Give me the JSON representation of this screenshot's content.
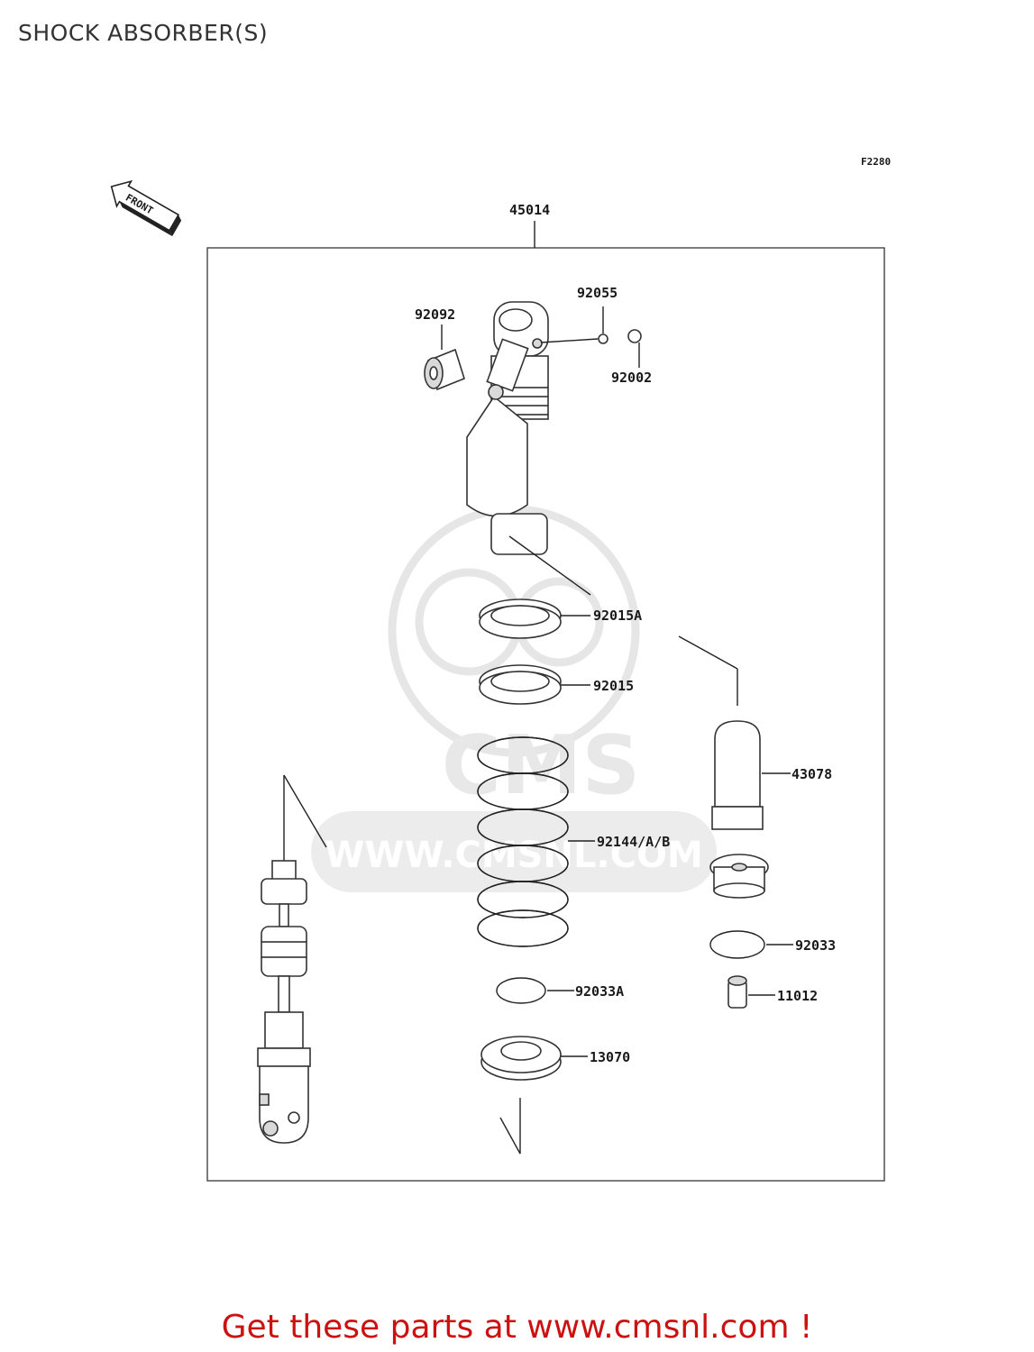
{
  "page": {
    "title": "SHOCK ABSORBER(S)"
  },
  "diagram": {
    "figure_code": "F2280",
    "front_marker": "FRONT",
    "assembly_number": "45014",
    "watermark": {
      "brand": "CMS",
      "url": "WWW.CMSNL.COM"
    },
    "parts": [
      {
        "number": "92092"
      },
      {
        "number": "92055"
      },
      {
        "number": "92002"
      },
      {
        "number": "92015A"
      },
      {
        "number": "92015"
      },
      {
        "number": "43078"
      },
      {
        "number": "92144/A/B"
      },
      {
        "number": "92033"
      },
      {
        "number": "11012"
      },
      {
        "number": "92033A"
      },
      {
        "number": "13070"
      }
    ]
  },
  "promo": {
    "text": "Get these parts at www.cmsnl.com !"
  },
  "colors": {
    "promo": "#cc1111",
    "line": "#222222",
    "watermark": "#e6e6e6"
  }
}
